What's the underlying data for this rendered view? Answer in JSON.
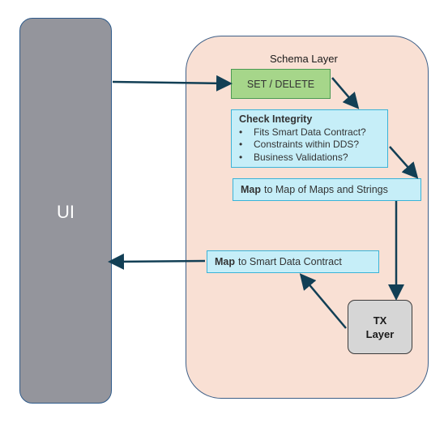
{
  "ui": {
    "label": "UI"
  },
  "schema_layer": {
    "label": "Schema Layer"
  },
  "set_delete": {
    "label": "SET / DELETE"
  },
  "check_integrity": {
    "title": "Check Integrity",
    "items": [
      "Fits Smart Data Contract?",
      "Constraints within DDS?",
      "Business Validations?"
    ]
  },
  "map_maps": {
    "bold": "Map",
    "rest": "to Map of Maps and Strings"
  },
  "map_contract": {
    "bold": "Map",
    "rest": "to Smart Data Contract"
  },
  "tx_layer": {
    "line1": "TX",
    "line2": "Layer"
  },
  "colors": {
    "arrow": "#123f55",
    "ui_fill": "#94959c",
    "schema_fill": "#f9e0d4",
    "set_fill": "#a6d68a",
    "check_fill": "#c6eef8",
    "tx_fill": "#d6d6d6"
  }
}
